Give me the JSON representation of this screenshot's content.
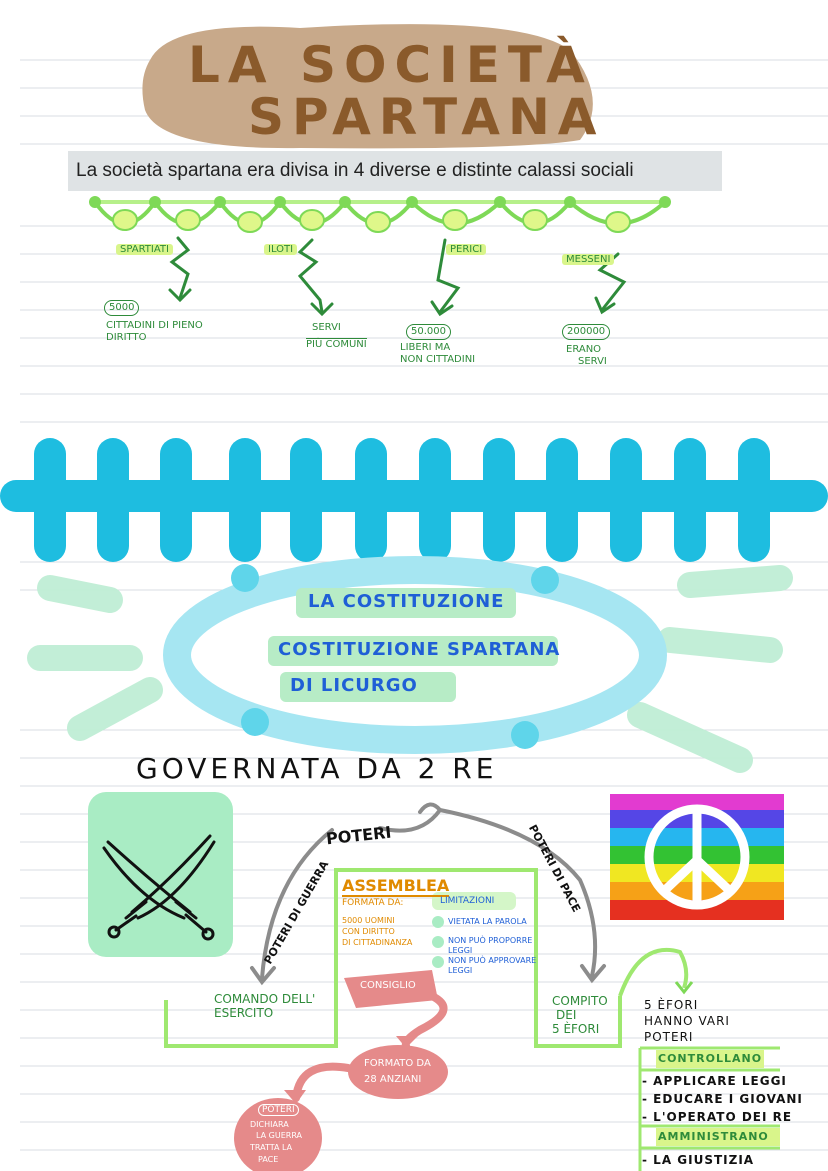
{
  "title": {
    "line1": "LA SOCIETÀ",
    "line2": "SPARTANA"
  },
  "intro_text": "La società spartana era divisa in 4 diverse e distinte calassi sociali",
  "classes": [
    {
      "name": "SPARTIATI",
      "number": "5000",
      "desc1": "CITTADINI DI PIENO",
      "desc2": "DIRITTO"
    },
    {
      "name": "ILOTI",
      "number": "",
      "desc1": "SERVI",
      "desc2": "PIÙ COMUNI"
    },
    {
      "name": "PERICI",
      "number": "50.000",
      "desc1": "LIBERI MA",
      "desc2": "NON CITTADINI"
    },
    {
      "name": "MESSENI",
      "number": "200000",
      "desc1": "ERANO",
      "desc2": "SERVI"
    }
  ],
  "constitution": {
    "line1": "LA COSTITUZIONE",
    "line2": "COSTITUZIONE SPARTANA",
    "line3": "DI LICURGO"
  },
  "governed_by": "GOVERNATA DA 2 RE",
  "powers": {
    "label": "POTERI",
    "war": "POTERI DI GUERRA",
    "peace": "POTERI DI PACE",
    "army": "COMANDO DELL' ESERCITO",
    "efori_line1": "COMPITO",
    "efori_line2": "DEI",
    "efori_line3": "5 ÈFORI"
  },
  "assemblea": {
    "title": "ASSEMBLEA",
    "formed_label": "FORMATA DA:",
    "formed_text1": "5000 UOMINI",
    "formed_text2": "CON DIRITTO",
    "formed_text3": "DI CITTADINANZA",
    "limits_label": "LIMITAZIONI",
    "limit1": "VIETATA LA PAROLA",
    "limit2a": "NON PUÒ PROPORRE",
    "limit2b": "LEGGI",
    "limit3a": "NON PUÒ APPROVARE",
    "limit3b": "LEGGI"
  },
  "consiglio": {
    "label": "CONSIGLIO",
    "formed1": "FORMATO DA",
    "formed2": "28 ANZIANI",
    "powers_title": "POTERI",
    "power1a": "DICHIARA",
    "power1b": "LA GUERRA",
    "power2a": "TRATTA LA",
    "power2b": "PACE"
  },
  "efori": {
    "line1": "5 ÈFORI",
    "line2": "HANNO VARI",
    "line3": "POTERI",
    "controllano": "CONTROLLANO",
    "item1": "APPLICARE LEGGI",
    "item2": "EDUCARE I GIOVANI",
    "item3": "L'OPERATO DEI RE",
    "amministrano": "AMMINISTRANO",
    "item4": "LA GIUSTIZIA"
  },
  "colors": {
    "title_bg": "#c8a98a",
    "title_text": "#8a5a2b",
    "green": "#2e8b3a",
    "light_green": "#9fe870",
    "cyan": "#1ebde0",
    "mint": "#a9ecc4",
    "blue_text": "#1f5fd6",
    "pink": "#e58a8a"
  },
  "icons": [
    "crossed-swords-icon",
    "peace-flag-icon"
  ]
}
